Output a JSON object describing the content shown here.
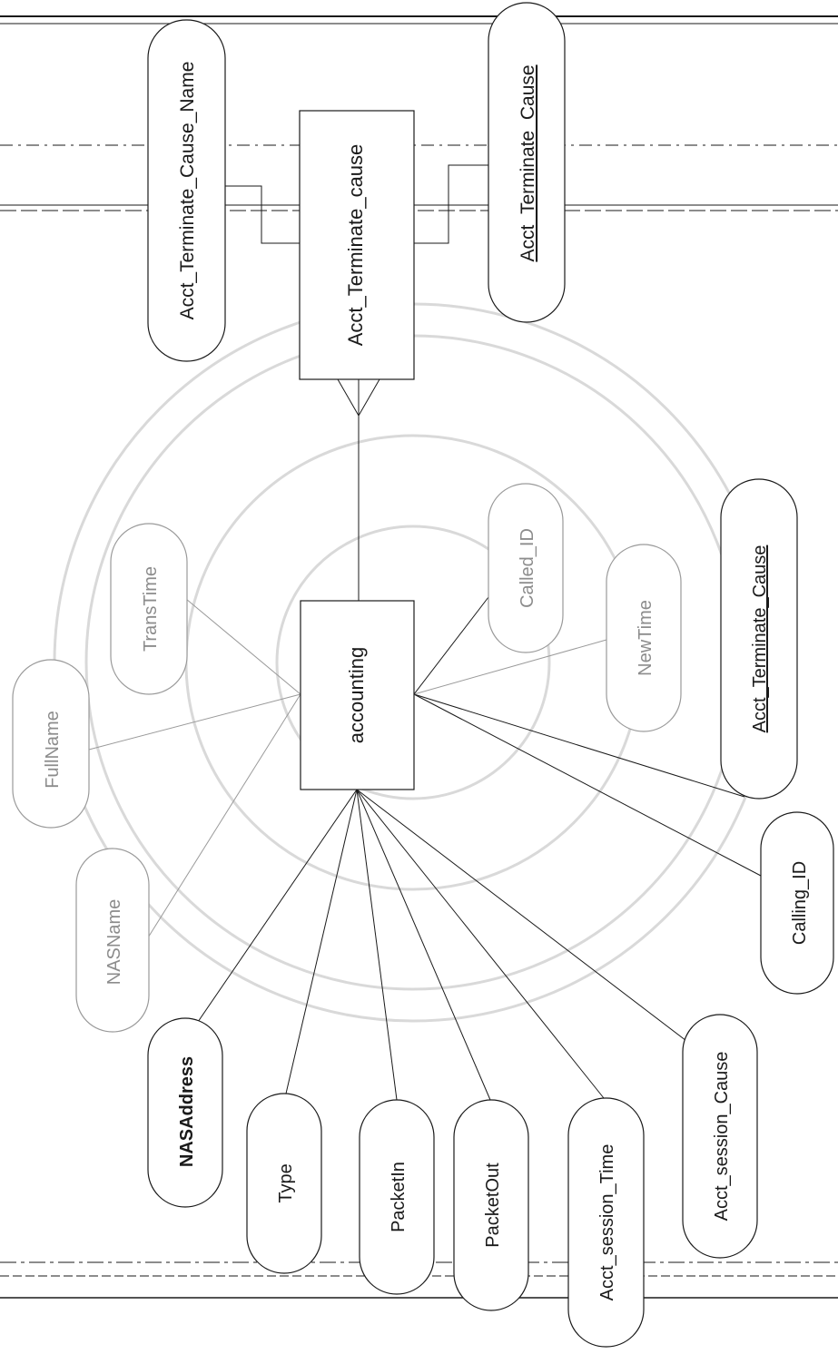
{
  "diagram": {
    "entities": {
      "accounting": "accounting",
      "acct_terminate_cause": "Acct_Terminate_cause"
    },
    "attributes": {
      "acct_terminate_cause_name": "Acct_Terminate_Cause_Name",
      "acct_terminate_cause_key": "Acct_Terminate_Cause",
      "acct_terminate_cause_right": "Acct_Terminate_Cause",
      "trans_time": "TransTime",
      "full_name": "FullName",
      "nas_name": "NASName",
      "nas_address": "NASAddress",
      "type": "Type",
      "packet_in": "PacketIn",
      "packet_out": "PacketOut",
      "acct_session_time": "Acct_session_Time",
      "acct_session_cause": "Acct_session_Cause",
      "calling_id": "Calling_ID",
      "called_id": "Called_ID",
      "new_time": "NewTime"
    },
    "colors": {
      "line": "#1a1a1a",
      "faded_line": "#9a9a9a",
      "faded_text": "#8c8c8c",
      "watermark": "#d9d9d9"
    }
  }
}
